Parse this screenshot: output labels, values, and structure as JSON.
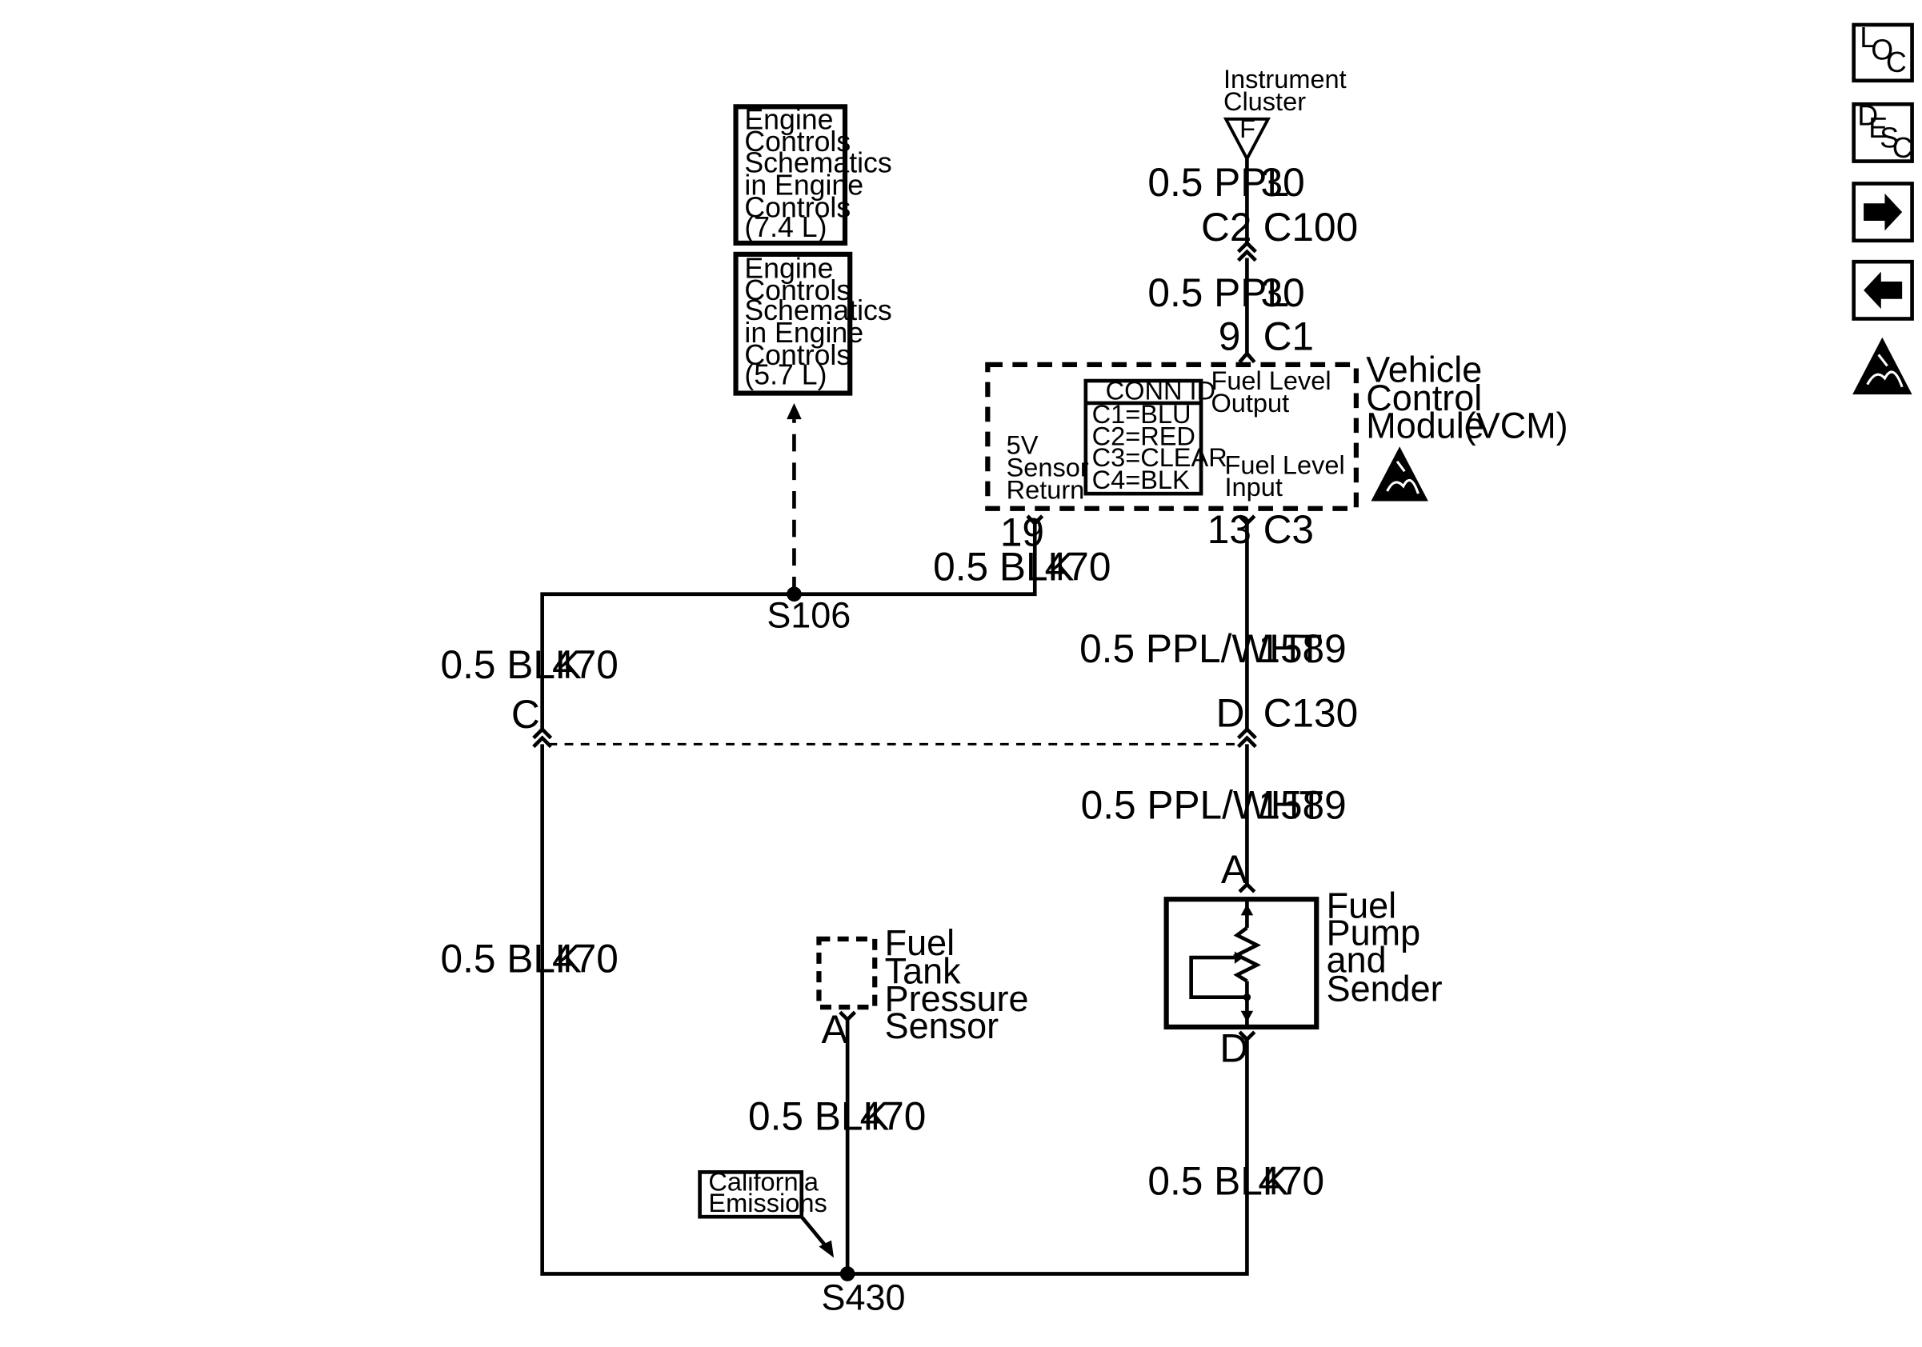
{
  "modules": {
    "instrument_cluster": {
      "label_line1": "Instrument",
      "label_line2": "Cluster",
      "pin": "F"
    },
    "engine_ref_74": {
      "lines": [
        "Engine",
        "Controls",
        "Schematics",
        "in Engine",
        "Controls",
        "(7.4 L)"
      ]
    },
    "engine_ref_57": {
      "lines": [
        "Engine",
        "Controls",
        "Schematics",
        "in Engine",
        "Controls",
        "(5.7 L)"
      ]
    },
    "vcm": {
      "name_lines": [
        "Vehicle",
        "Control",
        "Module"
      ],
      "abbrev": "(VCM)",
      "conn_id_title": "CONN ID",
      "conn_ids": [
        "C1=BLU",
        "C2=RED",
        "C3=CLEAR",
        "C4=BLK"
      ],
      "fuel_level_output": [
        "Fuel Level",
        "Output"
      ],
      "fuel_level_input": [
        "Fuel Level",
        "Input"
      ],
      "sensor_return": [
        "5V",
        "Sensor",
        "Return"
      ]
    },
    "fuel_tank_sensor": {
      "lines": [
        "Fuel",
        "Tank",
        "Pressure",
        "Sensor"
      ],
      "pin": "A"
    },
    "fuel_pump": {
      "lines": [
        "Fuel",
        "Pump",
        "and",
        "Sender"
      ],
      "pin_top": "A",
      "pin_bottom": "D"
    },
    "california_note": {
      "lines": [
        "California",
        "Emissions"
      ]
    }
  },
  "wires": {
    "ppl_top": {
      "size_color": "0.5 PPL",
      "circuit": "30"
    },
    "ppl_mid": {
      "size_color": "0.5 PPL",
      "circuit": "30"
    },
    "blk_s106": {
      "size_color": "0.5 BLK",
      "circuit": "470"
    },
    "blk_left_upper": {
      "size_color": "0.5 BLK",
      "circuit": "470"
    },
    "blk_left_lower": {
      "size_color": "0.5 BLK",
      "circuit": "470"
    },
    "pplwht_upper": {
      "size_color": "0.5 PPL/WHT",
      "circuit": "1589"
    },
    "pplwht_lower": {
      "size_color": "0.5 PPL/WHT",
      "circuit": "1589"
    },
    "blk_sensor": {
      "size_color": "0.5 BLK",
      "circuit": "470"
    },
    "blk_pump": {
      "size_color": "0.5 BLK",
      "circuit": "470"
    }
  },
  "connectors": {
    "c100": {
      "left": "C2",
      "right": "C100"
    },
    "c1": {
      "pin": "9",
      "name": "C1"
    },
    "c3": {
      "pin": "13",
      "name": "C3"
    },
    "vcm_19": {
      "pin": "19"
    },
    "c130_left": {
      "pin": "C"
    },
    "c130_right": {
      "pin": "D",
      "name": "C130"
    }
  },
  "splices": {
    "s106": "S106",
    "s430": "S430"
  },
  "nav": {
    "loc": {
      "l": "L",
      "o": "O",
      "c": "C"
    },
    "desc": {
      "d": "D",
      "e": "E",
      "s": "S",
      "c": "C"
    }
  }
}
